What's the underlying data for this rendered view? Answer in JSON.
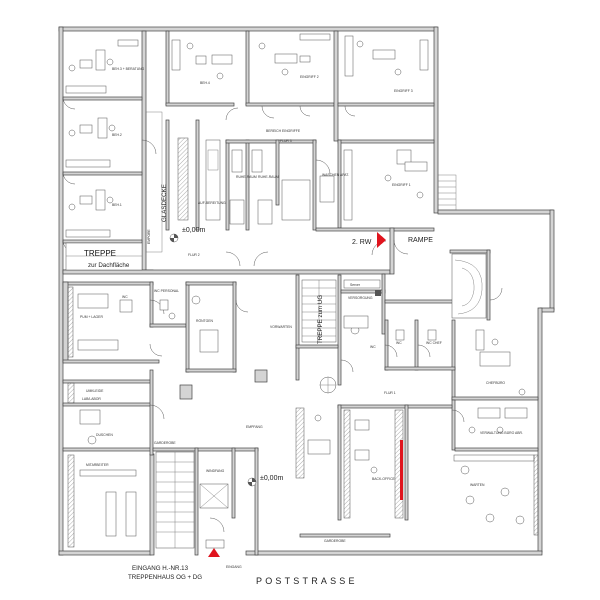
{
  "rooms": {
    "beh3": "BEH.3 + BERATUNG",
    "beh4": "BEH.4",
    "eingriff2": "EINGRIFF 2",
    "eingriff3": "EINGRIFF 3",
    "beh2": "BEH.2",
    "beh1": "BEH.1",
    "bereich_eingriffe": "BEREICH EINGRIFFE",
    "flur3": "FLUR 3",
    "ruheraum1": "RUHE-RAUM",
    "ruheraum2": "RUHE-RAUM",
    "waschen": "WASCHEN APAT.",
    "eingriff1": "EINGRIFF 1",
    "aufbereitung": "AUF-BEREITUNG",
    "empore": "EMPORE",
    "flur2": "FLUR 2",
    "rampe": "RAMPE",
    "zwei_rw": "2. RW",
    "server": "Server",
    "versorgung": "VERSORGUNG",
    "lager": "PUM + LAGER",
    "wc_personal": "WC PERSONAL",
    "wc_personal_short": "WC",
    "roentgen": "RÖNTGEN",
    "vorwarten": "VORWARTEN",
    "wc1": "WC",
    "wc2": "WC",
    "wc_chef": "WC CHEF",
    "chefbuero": "CHEFBÜRO",
    "flur1": "FLUR 1",
    "labor": "LAB/LABOR",
    "umkleide": "UMKLEIDE",
    "duschen": "DUSCHEN",
    "garderobe": "GARDEROBE",
    "mitarbeiter": "MITARBEITER",
    "empfang": "EMPFANG",
    "windfang": "WINDFANG",
    "back_office": "BACK-OFFICE",
    "verwaltung": "VERWALTUNG BÜRO ABR.",
    "warten": "WARTEN",
    "garderobe2": "GARDEROBE",
    "eingang_small": "EINGANG"
  },
  "labels": {
    "treppe": "TREPPE",
    "zur_dachflaeche": "zur Dachfläche",
    "glasdecke": "GLASDECKE",
    "level_top": "±0,00m",
    "level_bottom": "±0,00m",
    "treppe_vertical": "TREPPE zum UG",
    "eingang_line1": "EINGANG H.-NR.13",
    "eingang_line2": "TREPPENHAUS OG + DG",
    "street": "POSTSTRASSE"
  },
  "colors": {
    "walls": "#d4d4d4",
    "lines": "#555555",
    "marker": "#e0141e"
  },
  "icons": {
    "entrance_marker": "triangle-up-icon",
    "rw_marker": "triangle-right-icon",
    "north": "level-marker-icon"
  }
}
